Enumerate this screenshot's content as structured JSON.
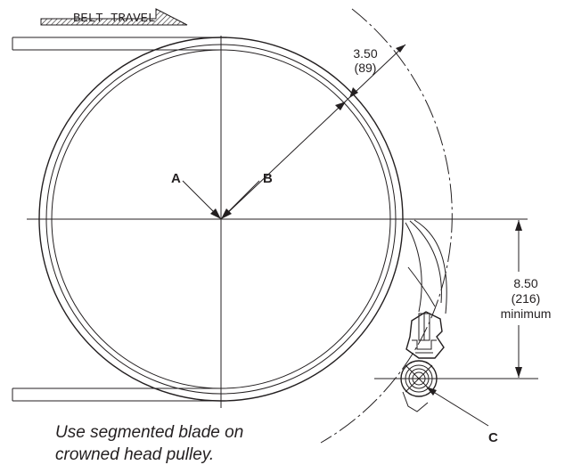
{
  "belt_travel_label": "BELT TRAVEL",
  "labels": {
    "a": "A",
    "b": "B",
    "c": "C"
  },
  "dimensions": {
    "clearance_in": "3.50",
    "clearance_mm": "(89)",
    "height_in": "8.50",
    "height_mm": "(216)",
    "height_note": "minimum"
  },
  "note": {
    "line1": "Use segmented blade on",
    "line2": "crowned head pulley."
  },
  "colors": {
    "ink": "#231f20"
  }
}
